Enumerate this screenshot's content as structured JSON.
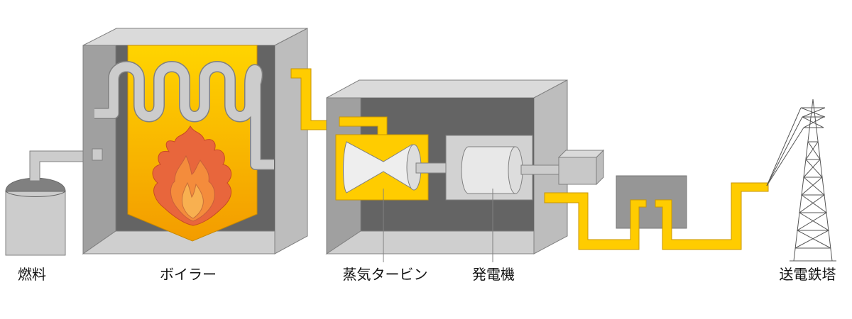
{
  "labels": {
    "fuel": "燃料",
    "boiler": "ボイラー",
    "turbine": "蒸気タービン",
    "generator": "発電機",
    "tower": "送電鉄塔"
  },
  "colors": {
    "steam_pipe": "#FFCC00",
    "housing_light": "#B4B4B4",
    "housing_dark": "#646464",
    "flame_outer": "#E8663C",
    "flame_inner": "#F4A040",
    "tube_gray": "#CCCCCC"
  }
}
